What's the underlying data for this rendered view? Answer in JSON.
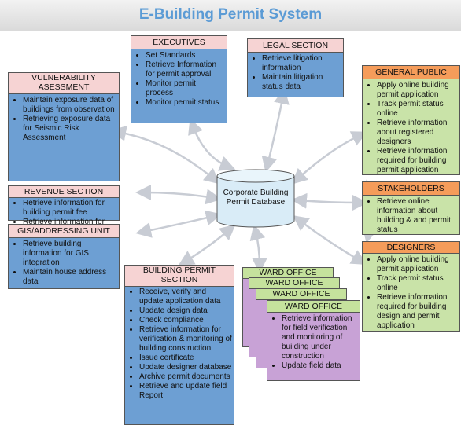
{
  "title": "E-Building Permit System",
  "database": {
    "line1": "Corporate Building",
    "line2": "Permit Database"
  },
  "executives": {
    "title": "EXECUTIVES",
    "items": [
      "Set Standards",
      "Retrieve Information for permit approval",
      "Monitor permit process",
      "Monitor permit status"
    ]
  },
  "legal": {
    "title": "LEGAL SECTION",
    "items": [
      "Retrieve litigation information",
      "Maintain litigation status data"
    ]
  },
  "vulnerability": {
    "title1": "VULNERABILITY",
    "title2": "ASESSMENT",
    "items": [
      "Maintain exposure data of buildings from observation",
      "Retrieving exposure data for Seismic Risk Assessment"
    ]
  },
  "revenue": {
    "title": "REVENUE SECTION",
    "items": [
      "Retrieve information for building permit fee",
      "Retrieve information for property evaluation"
    ]
  },
  "gis": {
    "title": "GIS/ADDRESSING UNIT",
    "items": [
      "Retrieve building information for GIS integration",
      "Maintain house address data"
    ]
  },
  "building_permit": {
    "title1": "BUILDING PERMIT",
    "title2": "SECTION",
    "items": [
      "Receive, verify and update application data",
      "Update design data",
      "Check compliance",
      "Retrieve information for verification & monitoring of building construction",
      "Issue certificate",
      "Update designer database",
      "Archive permit documents",
      "Retrieve and update field Report"
    ]
  },
  "ward_offices": {
    "stack_title": "WARD OFFICE",
    "front_title": "WARD OFFICE",
    "items": [
      "Retrieve information for field verification and monitoring of building under construction",
      "Update field data"
    ]
  },
  "general_public": {
    "title": "GENERAL PUBLIC",
    "items": [
      "Apply online building permit application",
      "Track permit status online",
      "Retrieve information about registered designers",
      "Retrieve information required for building permit application"
    ]
  },
  "stakeholders": {
    "title": "STAKEHOLDERS",
    "items": [
      "Retrieve online information about building & and permit status"
    ]
  },
  "designers": {
    "title": "DESIGNERS",
    "items": [
      "Apply online building permit application",
      "Track permit status online",
      "Retrieve information required for building design and permit application"
    ]
  },
  "colors": {
    "title_text": "#5b9bd5",
    "blue_body": "#6d9fd3",
    "green_body": "#c9e3a8",
    "purple_body": "#c8a2d6",
    "pink_header": "#f6d3d3",
    "orange_header": "#f59c5a",
    "green_header": "#c5e29d",
    "arrow": "#c8ccd4"
  }
}
